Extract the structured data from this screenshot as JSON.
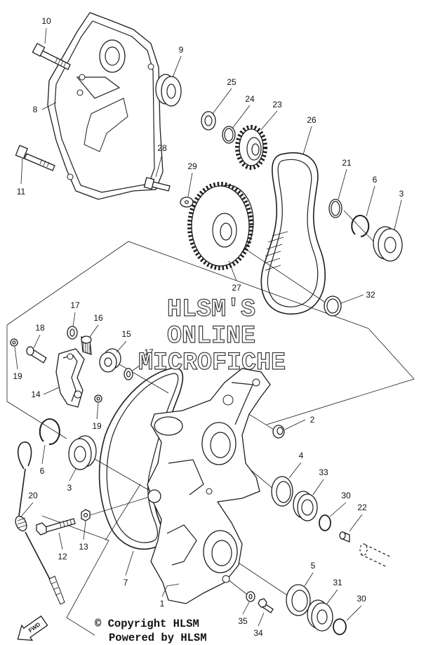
{
  "watermark": {
    "line1": "HLSM'S",
    "line2": "ONLINE",
    "line3": "MICROFICHE"
  },
  "footer": {
    "copyright": "© Copyright HLSM",
    "powered": "Powered by HLSM"
  },
  "fwd_label": "FWD",
  "callouts": {
    "c10": "10",
    "c9": "9",
    "c8": "8",
    "c25": "25",
    "c24": "24",
    "c23": "23",
    "c26": "26",
    "c28": "28",
    "c29": "29",
    "c21": "21",
    "c6a": "6",
    "c3a": "3",
    "c11": "11",
    "c27": "27",
    "c32": "32",
    "c17a": "17",
    "c16": "16",
    "c18": "18",
    "c15": "15",
    "c17b": "17",
    "c19a": "19",
    "c14": "14",
    "c19b": "19",
    "c2": "2",
    "c6b": "6",
    "c3b": "3",
    "c4": "4",
    "c33": "33",
    "c20": "20",
    "c30a": "30",
    "c22": "22",
    "c13": "13",
    "c12": "12",
    "c7": "7",
    "c5": "5",
    "c31": "31",
    "c30b": "30",
    "c1": "1",
    "c35": "35",
    "c34": "34"
  }
}
